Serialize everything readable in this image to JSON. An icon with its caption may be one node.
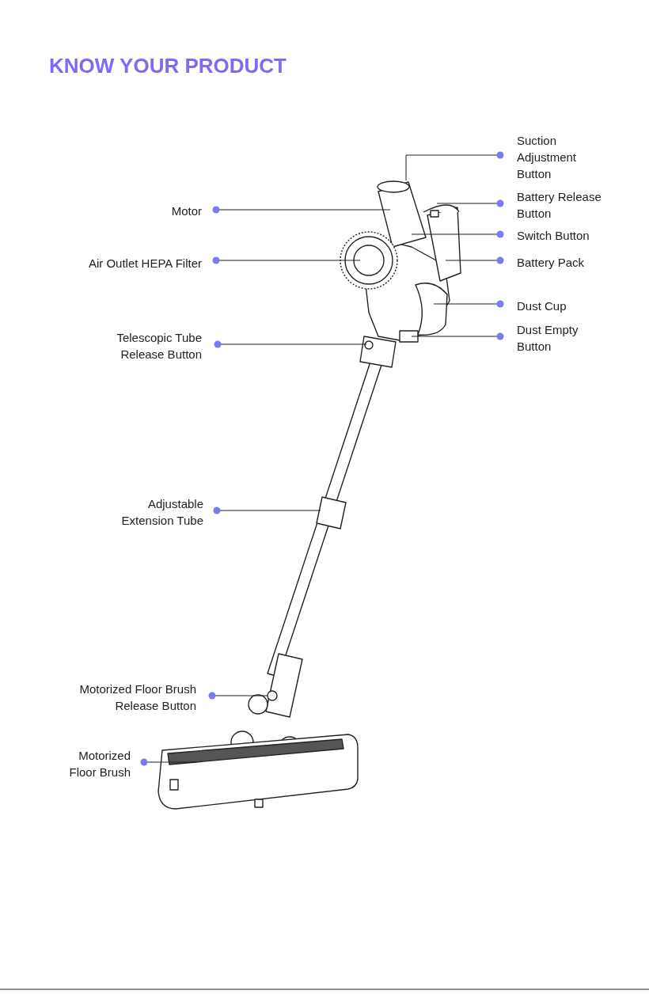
{
  "diagram": {
    "title": "KNOW YOUR PRODUCT",
    "nodes": [
      {
        "text": [
          "Suction Adjustment Button"
        ]
      },
      {
        "text": [
          "Motor"
        ]
      },
      {
        "text": [
          "Battery Release Button"
        ]
      },
      {
        "text": [
          "Switch Button"
        ]
      },
      {
        "text": [
          "Air Outlet HEPA Filter"
        ]
      },
      {
        "text": [
          "Battery Pack"
        ]
      },
      {
        "text": [
          "Dust Cup"
        ]
      },
      {
        "text": [
          "Dust Empty Button"
        ]
      },
      {
        "text": [
          "Telescopic Tube Release Button"
        ]
      },
      {
        "text": [
          "Adjustable Extension Tube"
        ]
      },
      {
        "text": [
          "Motorized Floor Brush Release Button"
        ]
      },
      {
        "text": [
          "Motorized Floor Brush"
        ]
      }
    ],
    "edges": [
      {
        "from": 0,
        "to": null,
        "arrow": "other"
      },
      {
        "from": 1,
        "to": null,
        "arrow": "other"
      },
      {
        "from": 2,
        "to": null,
        "arrow": "other"
      },
      {
        "from": 3,
        "to": null,
        "arrow": "other"
      },
      {
        "from": 4,
        "to": null,
        "arrow": "other"
      },
      {
        "from": 5,
        "to": null,
        "arrow": "other"
      },
      {
        "from": 6,
        "to": null,
        "arrow": "other"
      },
      {
        "from": 7,
        "to": null,
        "arrow": "other"
      },
      {
        "from": 8,
        "to": null,
        "arrow": "other"
      },
      {
        "from": 9,
        "to": null,
        "arrow": "other"
      },
      {
        "from": 10,
        "to": null,
        "arrow": "other"
      },
      {
        "from": 11,
        "to": null,
        "arrow": "other"
      }
    ]
  }
}
